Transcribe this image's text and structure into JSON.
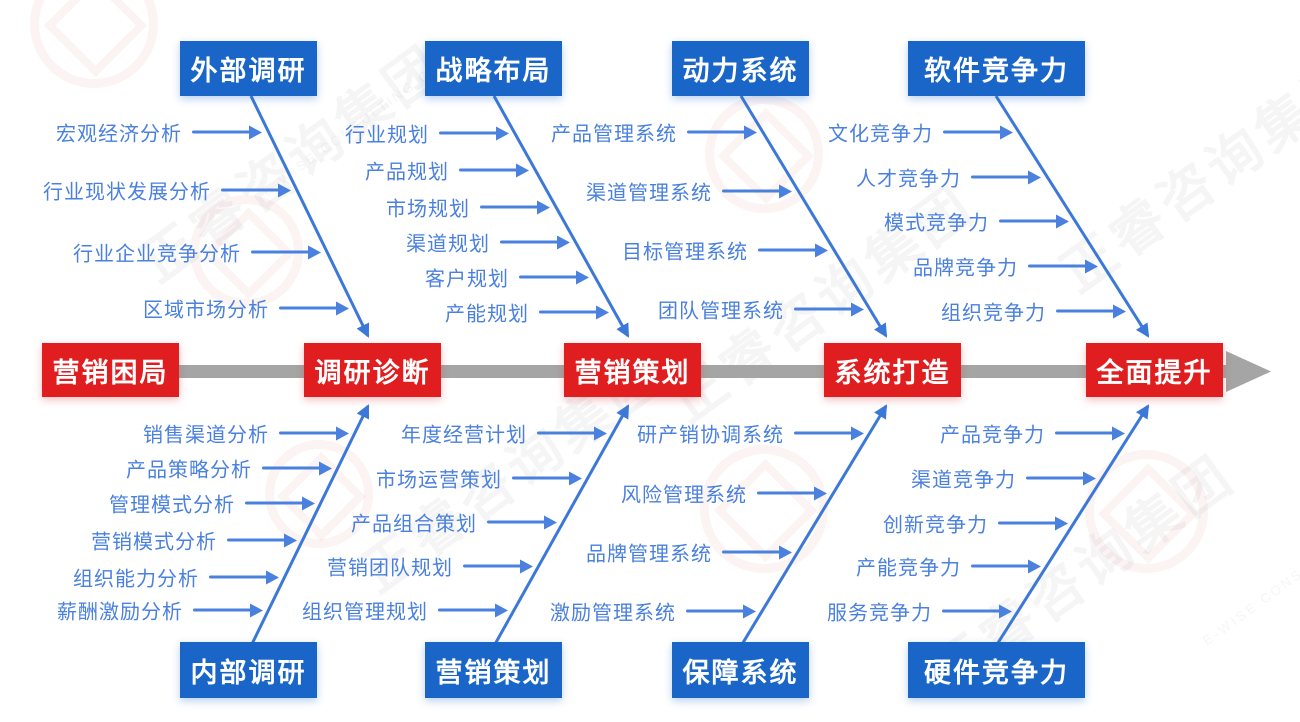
{
  "colors": {
    "box_blue": "#1966C8",
    "box_red": "#E01D1F",
    "bone_text": "#4A80DE",
    "line_blue": "#3C78D8",
    "spine_gray": "#A5A5A5",
    "text_white": "#FFFFFF"
  },
  "watermark": {
    "text": "正睿咨询集团",
    "sub": "E-WISE CONSULTING GROUP"
  },
  "spine": {
    "stages": [
      "营销困局",
      "调研诊断",
      "营销策划",
      "系统打造",
      "全面提升"
    ]
  },
  "branches": {
    "top": [
      {
        "title": "外部调研",
        "items": [
          "宏观经济分析",
          "行业现状发展分析",
          "行业企业竞争分析",
          "区域市场分析"
        ]
      },
      {
        "title": "战略布局",
        "items": [
          "行业规划",
          "产品规划",
          "市场规划",
          "渠道规划",
          "客户规划",
          "产能规划"
        ]
      },
      {
        "title": "动力系统",
        "items": [
          "产品管理系统",
          "渠道管理系统",
          "目标管理系统",
          "团队管理系统"
        ]
      },
      {
        "title": "软件竞争力",
        "items": [
          "文化竞争力",
          "人才竞争力",
          "模式竞争力",
          "品牌竞争力",
          "组织竞争力"
        ]
      }
    ],
    "bottom": [
      {
        "title": "内部调研",
        "items": [
          "销售渠道分析",
          "产品策略分析",
          "管理模式分析",
          "营销模式分析",
          "组织能力分析",
          "薪酬激励分析"
        ]
      },
      {
        "title": "营销策划",
        "items": [
          "年度经营计划",
          "市场运营策划",
          "产品组合策划",
          "营销团队规划",
          "组织管理规划"
        ]
      },
      {
        "title": "保障系统",
        "items": [
          "研产销协调系统",
          "风险管理系统",
          "品牌管理系统",
          "激励管理系统"
        ]
      },
      {
        "title": "硬件竞争力",
        "items": [
          "产品竞争力",
          "渠道竞争力",
          "创新竞争力",
          "产能竞争力",
          "服务竞争力"
        ]
      }
    ]
  }
}
